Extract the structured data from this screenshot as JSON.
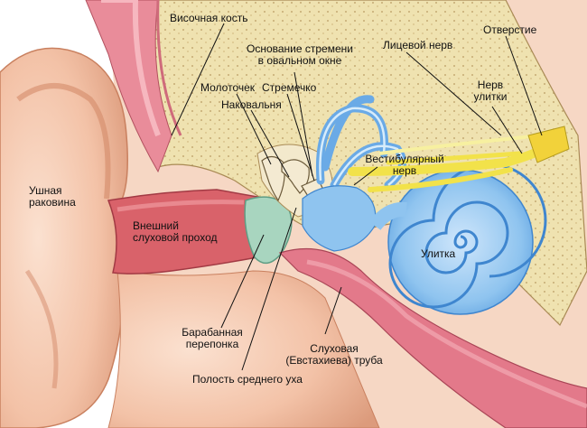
{
  "labels": {
    "temporal_bone": "Височная кость",
    "stapes_base": "Основание стремени",
    "oval_window": "в овальном окне",
    "opening": "Отверстие",
    "facial_nerve": "Лицевой нерв",
    "cochlear_nerve_1": "Нерв",
    "cochlear_nerve_2": "улитки",
    "malleus": "Молоточек",
    "stapes": "Стремечко",
    "incus": "Наковальня",
    "vestibular_nerve_1": "Вестибулярный",
    "vestibular_nerve_2": "нерв",
    "auricle_1": "Ушная",
    "auricle_2": "раковина",
    "ear_canal_1": "Внешний",
    "ear_canal_2": "слуховой проход",
    "cochlea": "Улитка",
    "eardrum_1": "Барабанная",
    "eardrum_2": "перепонка",
    "eustachian_1": "Слуховая",
    "eustachian_2": "(Евстахиева) труба",
    "middle_ear": "Полость среднего уха"
  },
  "colors": {
    "skin": "#f3c2a7",
    "skin_shadow": "#d9906f",
    "bone": "#efe2b0",
    "canal": "#d9626a",
    "eardrum": "#a8d5bf",
    "inner_ear": "#8fc4ef",
    "inner_ear_dark": "#3f86cf",
    "nerve": "#f2e24a",
    "mucosa": "#e3798a"
  }
}
